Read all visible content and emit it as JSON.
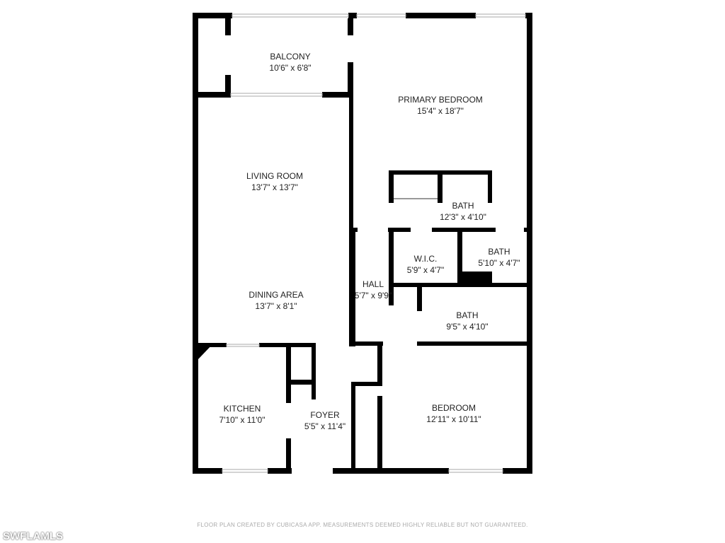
{
  "rooms": [
    {
      "name": "BALCONY",
      "size": "10'6\" x 6'8\""
    },
    {
      "name": "PRIMARY BEDROOM",
      "size": "15'4\" x 18'7\""
    },
    {
      "name": "LIVING ROOM",
      "size": "13'7\" x 13'7\""
    },
    {
      "name": "BATH",
      "size": "12'3\" x 4'10\""
    },
    {
      "name": "W.I.C.",
      "size": "5'9\" x 4'7\""
    },
    {
      "name": "BATH",
      "size": "5'10\" x 4'7\""
    },
    {
      "name": "HALL",
      "size": "5'7\" x 9'9\""
    },
    {
      "name": "DINING AREA",
      "size": "13'7\" x 8'1\""
    },
    {
      "name": "BATH",
      "size": "9'5\" x 4'10\""
    },
    {
      "name": "KITCHEN",
      "size": "7'10\" x 11'0\""
    },
    {
      "name": "FOYER",
      "size": "5'5\" x 11'4\""
    },
    {
      "name": "BEDROOM",
      "size": "12'11\" x 10'11\""
    }
  ],
  "footer": "FLOOR PLAN CREATED BY CUBICASA APP. MEASUREMENTS DEEMED HIGHLY RELIABLE BUT NOT GUARANTEED.",
  "watermark": "SWFLAMLS",
  "colors": {
    "wall": "#000000",
    "background": "#ffffff"
  }
}
